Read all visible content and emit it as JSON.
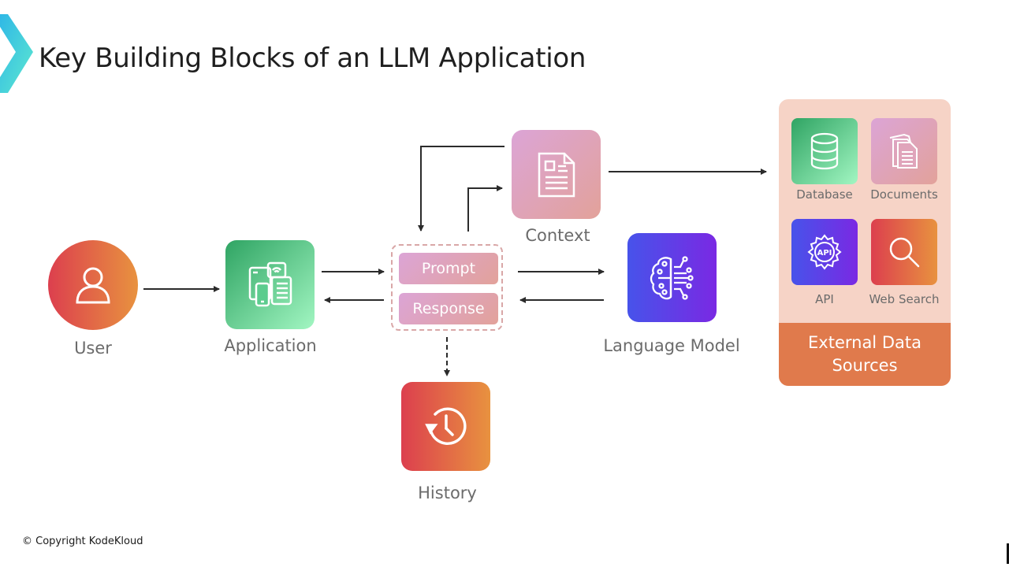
{
  "slide": {
    "title": "Key Building Blocks of an LLM Application",
    "copyright": "© Copyright KodeKloud",
    "accent": "#3cc4e0"
  },
  "nodes": {
    "user": {
      "label": "User",
      "icon": "user-icon"
    },
    "application": {
      "label": "Application",
      "icon": "devices-icon"
    },
    "prompt": {
      "label": "Prompt"
    },
    "response": {
      "label": "Response"
    },
    "context": {
      "label": "Context",
      "icon": "document-icon"
    },
    "language_model": {
      "label": "Language Model",
      "icon": "brain-circuit-icon"
    },
    "history": {
      "label": "History",
      "icon": "history-icon"
    }
  },
  "external_data_sources": {
    "title": "External Data Sources",
    "items": [
      {
        "label": "Database",
        "icon": "database-icon"
      },
      {
        "label": "Documents",
        "icon": "documents-icon"
      },
      {
        "label": "API",
        "icon": "api-gear-icon"
      },
      {
        "label": "Web Search",
        "icon": "search-icon"
      }
    ]
  },
  "colors": {
    "red_orange_start": "#dc3f4e",
    "red_orange_end": "#e8923f",
    "green_start": "#2fa463",
    "green_end": "#a2f6c2",
    "pink_start": "#dca4d6",
    "pink_end": "#e2a29a",
    "purple_start": "#4753ea",
    "purple_end": "#7a29e3",
    "panel_bg": "#f6d3c6",
    "panel_footer": "#e07a4c",
    "arrow": "#2b2b2b"
  }
}
